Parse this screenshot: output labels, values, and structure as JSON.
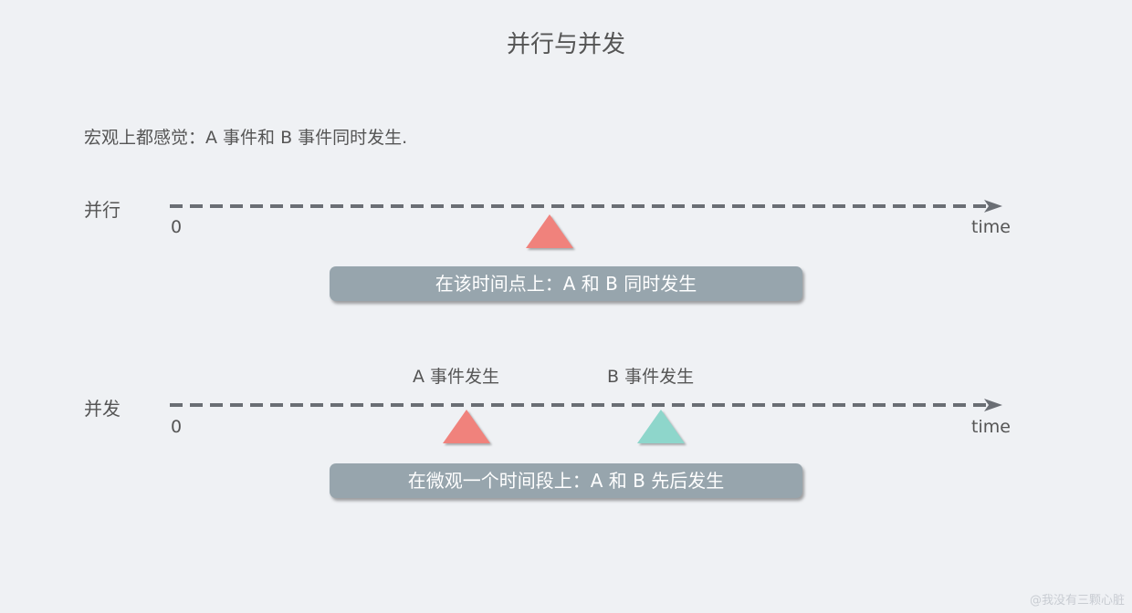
{
  "title": "并行与并发",
  "intro": "宏观上都感觉：A 事件和 B 事件同时发生.",
  "parallel": {
    "label": "并行",
    "zero": "0",
    "time": "time",
    "note": "在该时间点上：A 和 B 同时发生"
  },
  "concurrent": {
    "label": "并发",
    "zero": "0",
    "time": "time",
    "event_a": "A 事件发生",
    "event_b": "B 事件发生",
    "note": "在微观一个时间段上：A 和 B 先后发生"
  },
  "colors": {
    "red": "#f0827c",
    "teal": "#8ed6cb",
    "axis": "#6a6e74",
    "box": "#97a5ad"
  },
  "watermark": "@我没有三颗心脏"
}
